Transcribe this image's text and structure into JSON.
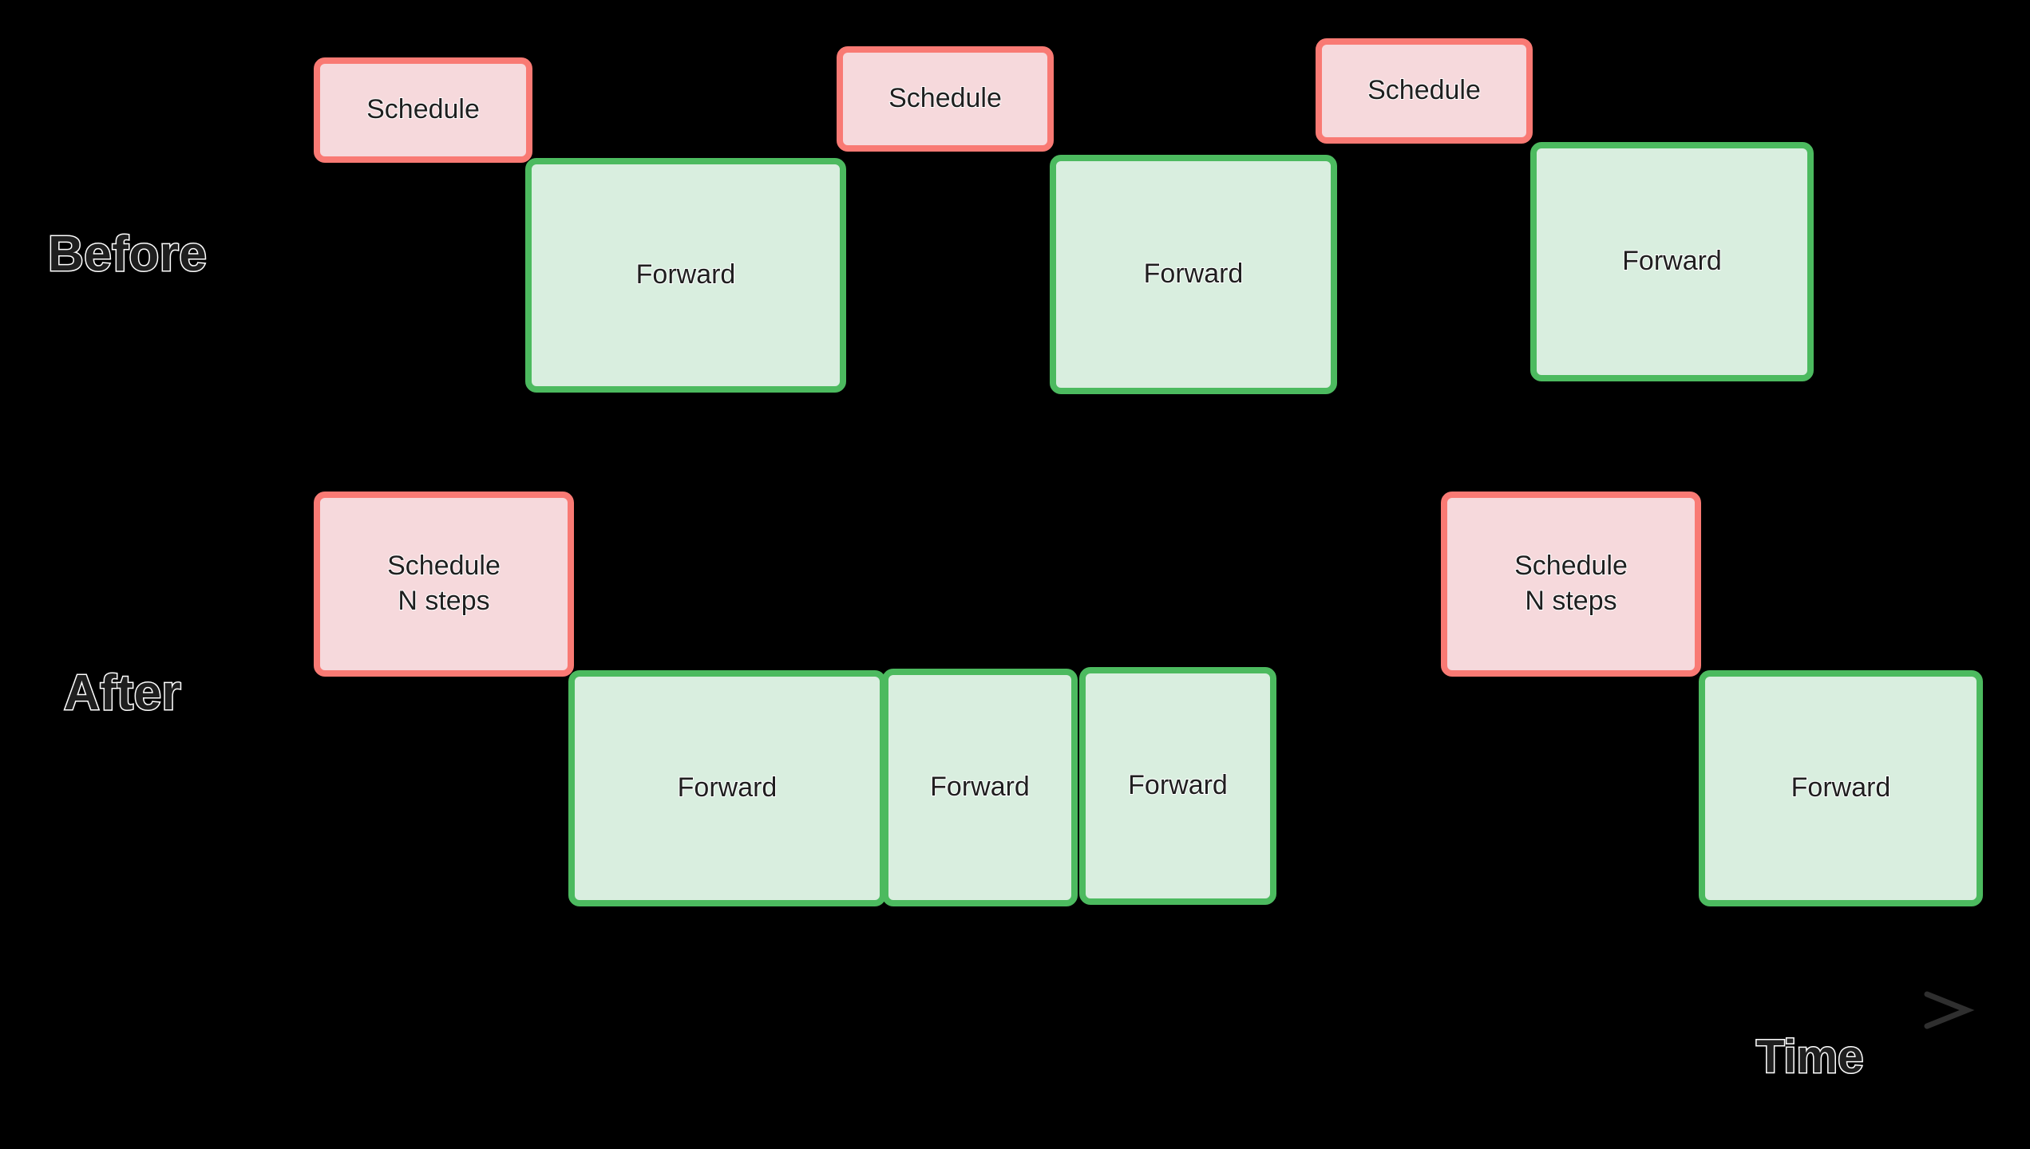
{
  "figure": {
    "background_color": "#000000",
    "schedule_fill": "#F6D9DC",
    "schedule_border": "#F97A74",
    "forward_fill": "#D9EEDF",
    "forward_border": "#4CBA5F",
    "text_color": "#1f1f1f",
    "text_outline_color": "#ffffff"
  },
  "rows": {
    "before": {
      "label": "Before"
    },
    "after": {
      "label": "After"
    }
  },
  "axis": {
    "label": "Time",
    "direction": "left-to-right",
    "arrow_color": "#2a2a2a"
  },
  "labels": {
    "schedule": "Schedule",
    "schedule_n_steps": "Schedule\nN steps",
    "forward": "Forward"
  },
  "chart_data": {
    "type": "timeline",
    "title": "",
    "xlabel": "Time",
    "ylabel": "",
    "grid": false,
    "legend": "none",
    "rows": [
      {
        "name": "Before",
        "blocks": [
          {
            "kind": "schedule",
            "label": "Schedule",
            "lane": "top",
            "index": 1
          },
          {
            "kind": "forward",
            "label": "Forward",
            "lane": "bottom",
            "index": 1
          },
          {
            "kind": "schedule",
            "label": "Schedule",
            "lane": "top",
            "index": 2
          },
          {
            "kind": "forward",
            "label": "Forward",
            "lane": "bottom",
            "index": 2
          },
          {
            "kind": "schedule",
            "label": "Schedule",
            "lane": "top",
            "index": 3
          },
          {
            "kind": "forward",
            "label": "Forward",
            "lane": "bottom",
            "index": 3
          }
        ],
        "schedule_count": 3,
        "forward_count": 3
      },
      {
        "name": "After",
        "blocks": [
          {
            "kind": "schedule",
            "label": "Schedule\nN steps",
            "lane": "top",
            "index": 1
          },
          {
            "kind": "forward",
            "label": "Forward",
            "lane": "bottom",
            "index": 1
          },
          {
            "kind": "forward",
            "label": "Forward",
            "lane": "bottom",
            "index": 2
          },
          {
            "kind": "forward",
            "label": "Forward",
            "lane": "bottom",
            "index": 3
          },
          {
            "kind": "schedule",
            "label": "Schedule\nN steps",
            "lane": "top",
            "index": 2
          },
          {
            "kind": "forward",
            "label": "Forward",
            "lane": "bottom",
            "index": 4
          }
        ],
        "schedule_count": 2,
        "forward_count": 4
      }
    ]
  }
}
